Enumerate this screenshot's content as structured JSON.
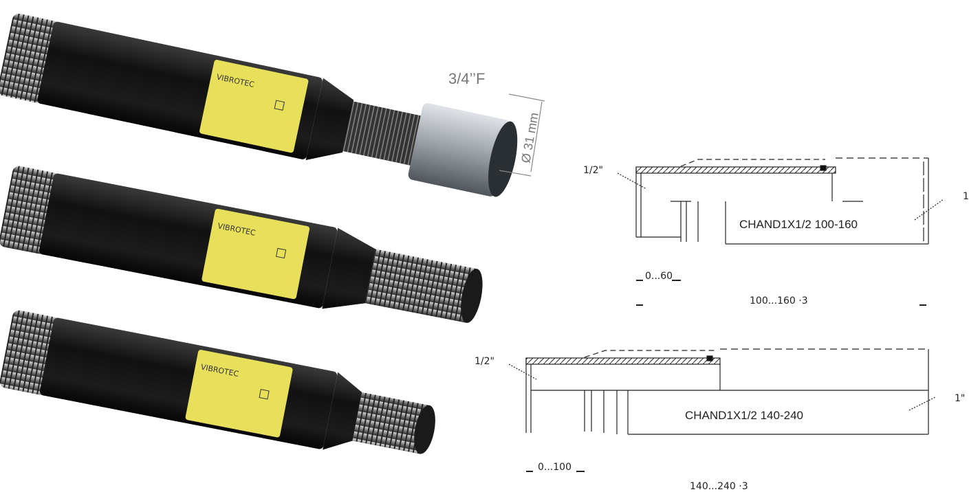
{
  "product_images": [
    {
      "name": "extension-with-adapter",
      "label_text": "VIBROTEC"
    },
    {
      "name": "extension-long-thread",
      "label_text": "VIBROTEC"
    },
    {
      "name": "extension-short-thread",
      "label_text": "VIBROTEC"
    }
  ],
  "annotations": {
    "thread_spec": "3/4’’F",
    "diameter": "Ø 31 mm"
  },
  "drawings": [
    {
      "model": "CHAND1X1/2 100-160",
      "left_thread": "1/2\"",
      "right_thread": "1",
      "range_small": "0...60",
      "range_total": "100...160 ·3"
    },
    {
      "model": "CHAND1X1/2 140-240",
      "left_thread": "1/2\"",
      "right_thread": "1\"",
      "range_small": "0...100",
      "range_total": "140...240 ·3"
    }
  ],
  "colors": {
    "pipe_body": "#1a1a1a",
    "thread": "#9a9a9a",
    "label_yellow": "#e8e05a",
    "line": "#222222"
  }
}
